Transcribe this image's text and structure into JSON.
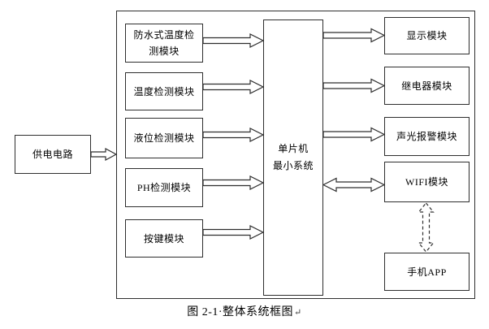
{
  "figure": {
    "power_box": "供电电路",
    "left_modules": [
      "防水式温度检测模块",
      "温度检测模块",
      "液位检测模块",
      "PH检测模块",
      "按键模块"
    ],
    "mcu": {
      "label": "单片机最小系统",
      "lines": [
        "单片机",
        "最小系统"
      ]
    },
    "right_modules": [
      "显示模块",
      "继电器模块",
      "声光报警模块",
      "WIFI模块",
      "手机APP"
    ],
    "caption": {
      "text": "图 2-1·整体系统框图",
      "paragraph_mark": "↵"
    },
    "colors": {
      "line": "#2e2e2e",
      "background": "#ffffff",
      "box_fill": "#ffffff",
      "text": "#000000"
    }
  }
}
